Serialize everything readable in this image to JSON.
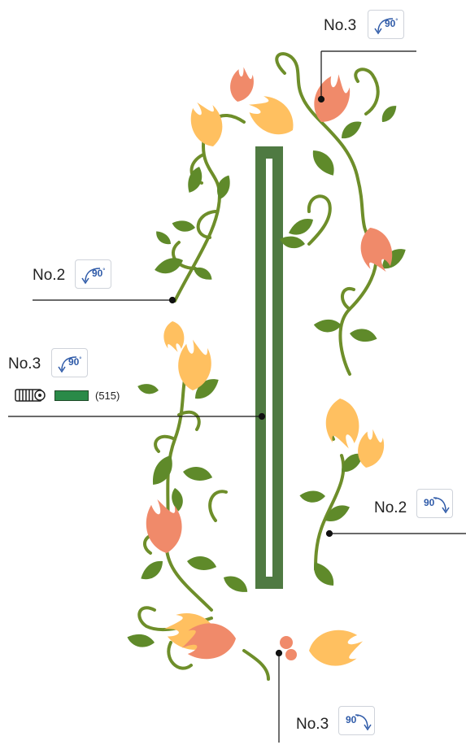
{
  "callouts": [
    {
      "id": "top-right",
      "label": "No.3",
      "rotation": "90",
      "direction": "counterclockwise"
    },
    {
      "id": "left-upper",
      "label": "No.2",
      "rotation": "90",
      "direction": "counterclockwise"
    },
    {
      "id": "left-middle",
      "label": "No.3",
      "rotation": "90",
      "direction": "counterclockwise"
    },
    {
      "id": "right-lower",
      "label": "No.2",
      "rotation": "90",
      "direction": "clockwise"
    },
    {
      "id": "bottom",
      "label": "No.3",
      "rotation": "90",
      "direction": "clockwise"
    }
  ],
  "thread": {
    "code": "(515)",
    "color": "#2a8a48",
    "icon": "thread-spool-icon"
  },
  "colors": {
    "stem": "#6e8e2a",
    "leaf": "#5f8a2a",
    "tulip_orange": "#f08a6a",
    "tulip_yellow": "#ffc060",
    "bar": "#4f7a42"
  }
}
